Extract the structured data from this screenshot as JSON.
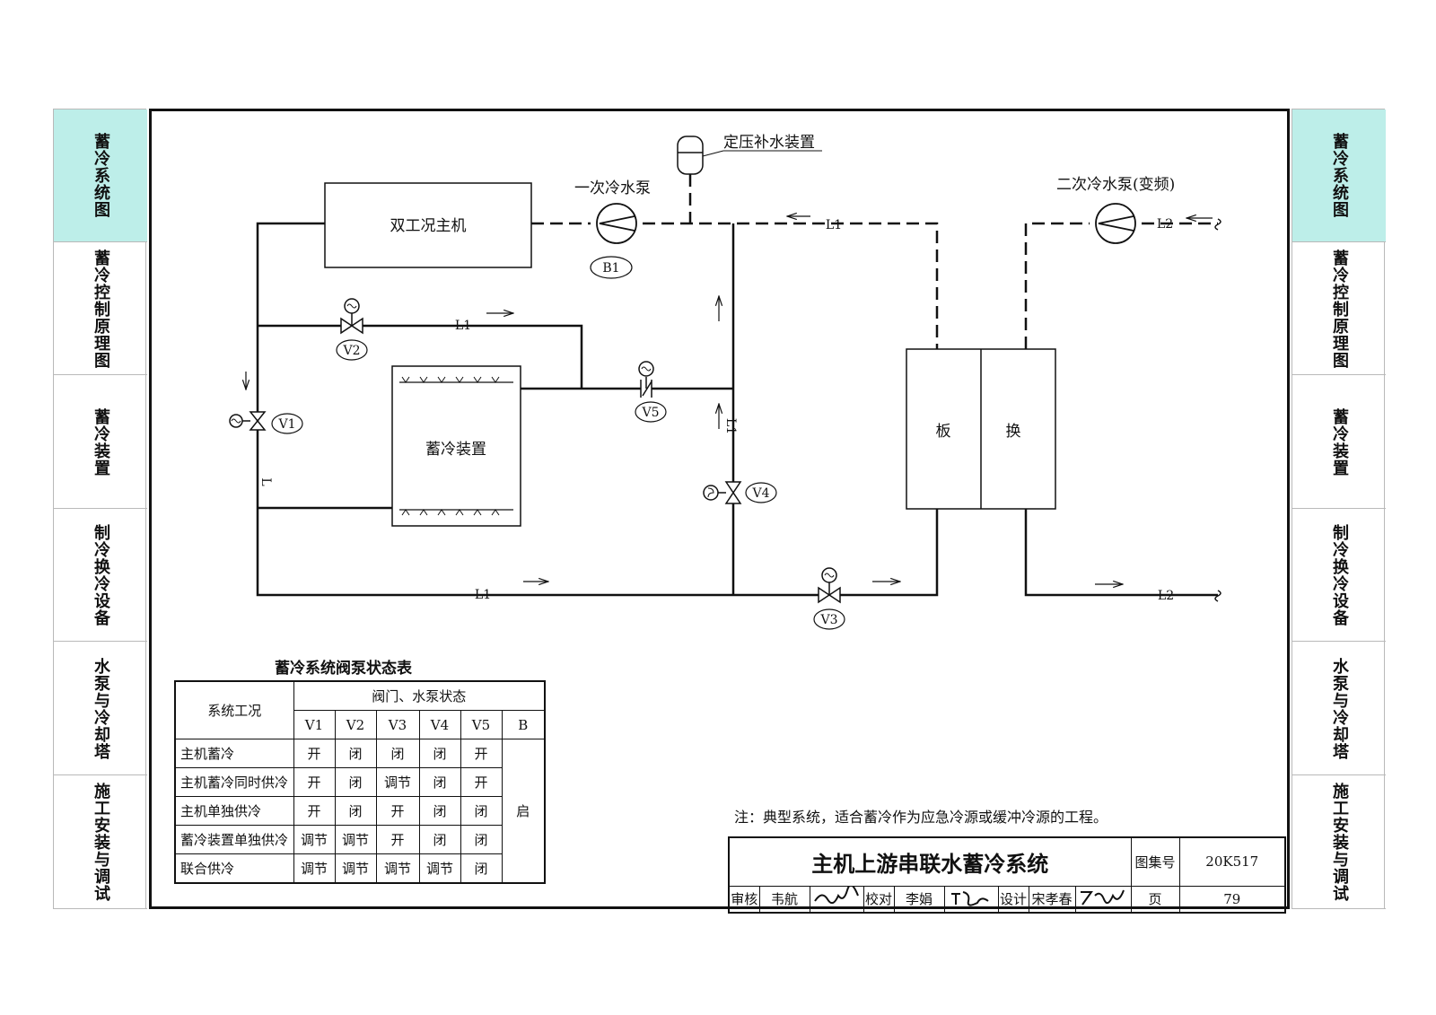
{
  "side_tabs": [
    {
      "label": "蓄冷系统图",
      "active": true
    },
    {
      "label": "蓄冷控制原理图",
      "active": false
    },
    {
      "label": "蓄冷装置",
      "active": false
    },
    {
      "label": "制冷换冷设备",
      "active": false
    },
    {
      "label": "水泵与冷却塔",
      "active": false
    },
    {
      "label": "施工安装与调试",
      "active": false
    }
  ],
  "colors": {
    "active_tab": "#bdeee9",
    "line": "#111111",
    "tab_border": "#b9b9b9"
  },
  "diagram": {
    "main_unit": "双工况主机",
    "storage": "蓄冷装置",
    "pressure_device": "定压补水装置",
    "primary_pump": "一次冷水泵",
    "primary_pump_tag": "B1",
    "secondary_pump": "二次冷水泵(变频)",
    "hx_left": "板",
    "hx_right": "换",
    "valves": {
      "v1": "V1",
      "v2": "V2",
      "v3": "V3",
      "v4": "V4",
      "v5": "V5"
    },
    "lines": {
      "l": "L",
      "l1": "L1",
      "l2": "L2"
    }
  },
  "table": {
    "title": "蓄冷系统阀泵状态表",
    "col_mode": "系统工况",
    "col_group": "阀门、水泵状态",
    "cols": [
      "V1",
      "V2",
      "V3",
      "V4",
      "V5",
      "B"
    ],
    "rows": [
      {
        "mode": "主机蓄冷",
        "v": [
          "开",
          "闭",
          "闭",
          "闭",
          "开"
        ]
      },
      {
        "mode": "主机蓄冷同时供冷",
        "v": [
          "开",
          "闭",
          "调节",
          "闭",
          "开"
        ]
      },
      {
        "mode": "主机单独供冷",
        "v": [
          "开",
          "闭",
          "开",
          "闭",
          "闭"
        ]
      },
      {
        "mode": "蓄冷装置单独供冷",
        "v": [
          "调节",
          "调节",
          "开",
          "闭",
          "闭"
        ]
      },
      {
        "mode": "联合供冷",
        "v": [
          "调节",
          "调节",
          "调节",
          "调节",
          "闭"
        ]
      }
    ],
    "b_state": "启"
  },
  "note": "注：典型系统，适合蓄冷作为应急冷源或缓冲冷源的工程。",
  "title_block": {
    "title": "主机上游串联水蓄冷系统",
    "atlas_label": "图集号",
    "atlas_no": "20K517",
    "review_label": "审核",
    "reviewer": "韦航",
    "check_label": "校对",
    "checker": "李娟",
    "design_label": "设计",
    "designer": "宋孝春",
    "page_label": "页",
    "page_no": "79"
  }
}
